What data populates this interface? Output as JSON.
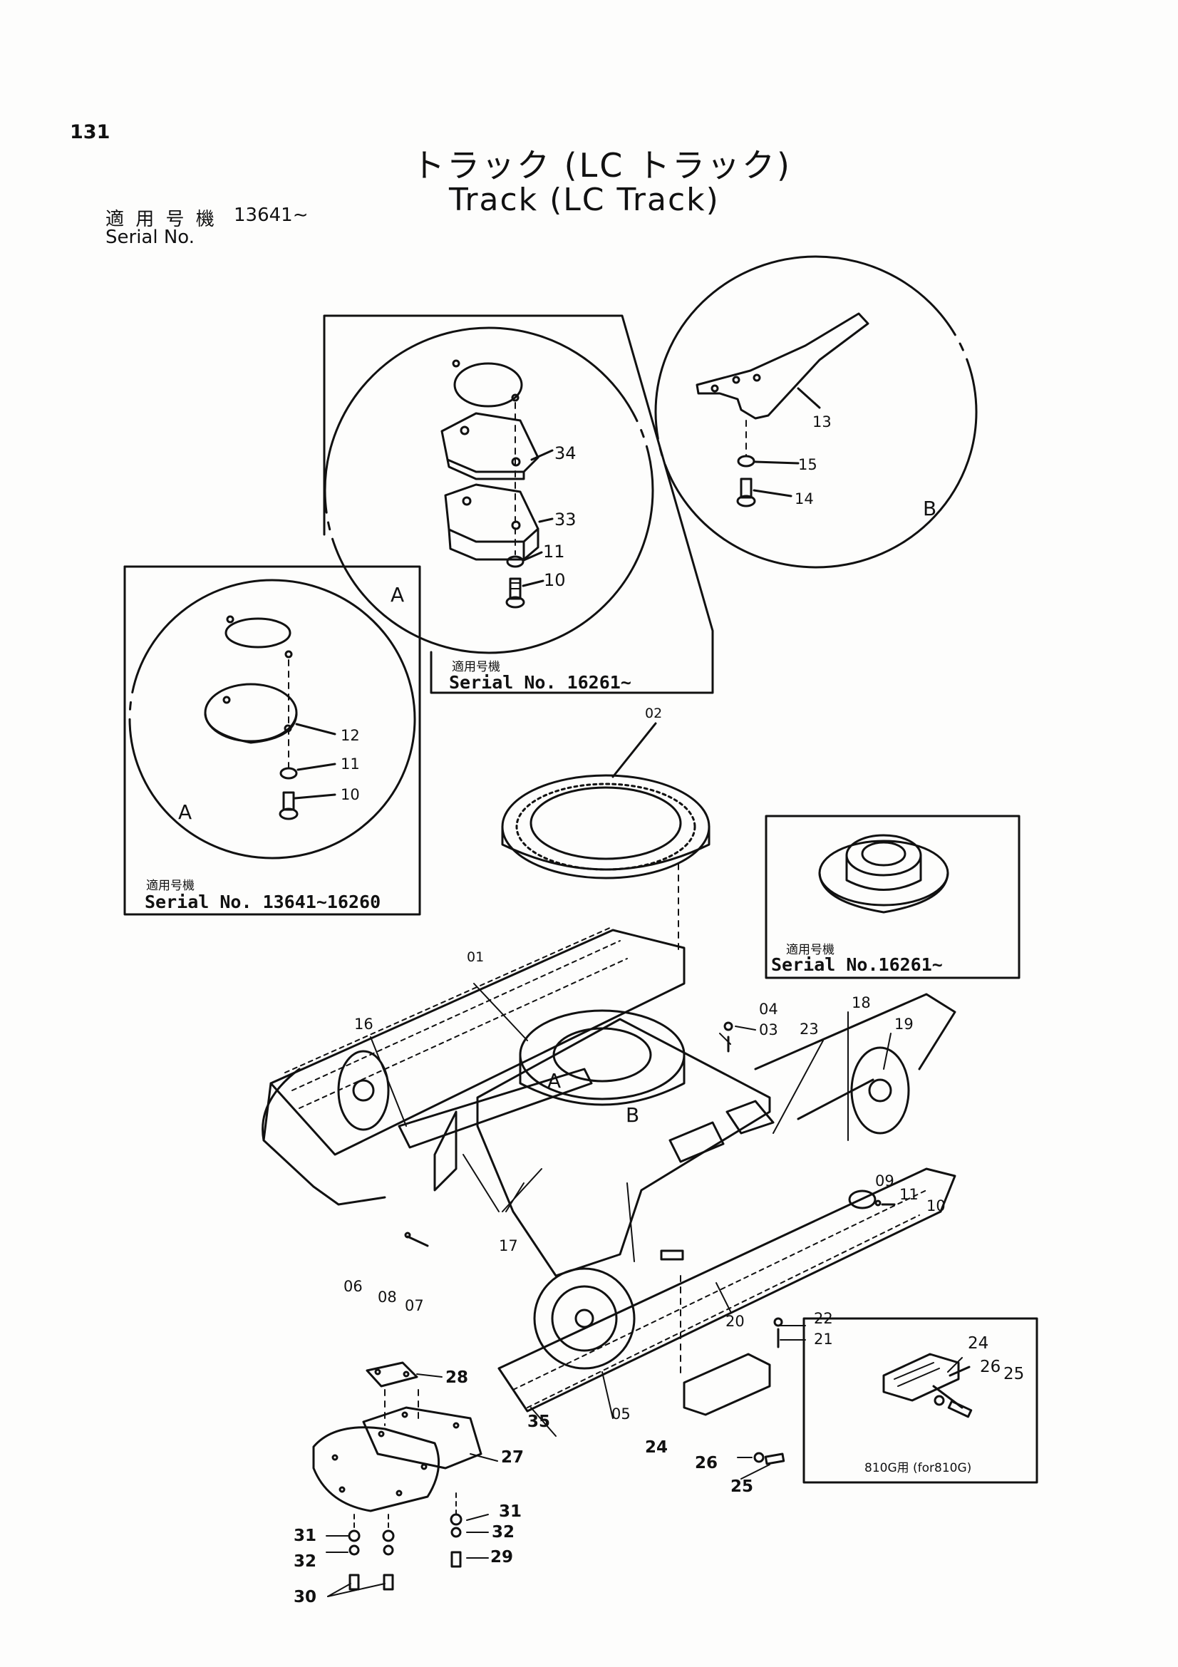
{
  "header": {
    "page_number": "131",
    "title_jp": "トラック (LC トラック)",
    "title_en": "Track (LC Track)",
    "serial_label_jp": "適 用 号 機",
    "serial_value": "13641∼",
    "serial_label_en": "Serial No."
  },
  "insets": {
    "a_new": {
      "label": "A",
      "serial_jp": "適用号機",
      "serial": "Serial No. 16261∼"
    },
    "a_old": {
      "label": "A",
      "serial_jp": "適用号機",
      "serial": "Serial No. 13641∼16260"
    },
    "b": {
      "label": "B"
    },
    "bearing": {
      "serial_jp": "適用号機",
      "serial": "Serial No.16261∼"
    },
    "g810": {
      "caption": "810G用 (for810G)"
    }
  },
  "main_labels": {
    "A": "A",
    "B": "B"
  },
  "parts": {
    "p01": "01",
    "p02": "02",
    "p03": "03",
    "p04": "04",
    "p05": "05",
    "p06": "06",
    "p07": "07",
    "p08": "08",
    "p09": "09",
    "p10a": "10",
    "p10b": "10",
    "p10c": "10",
    "p11a": "11",
    "p11b": "11",
    "p11c": "11",
    "p12": "12",
    "p13": "13",
    "p14": "14",
    "p15": "15",
    "p16": "16",
    "p17": "17",
    "p18": "18",
    "p19": "19",
    "p20": "20",
    "p21": "21",
    "p22": "22",
    "p23": "23",
    "p24a": "24",
    "p24b": "24",
    "p25a": "25",
    "p25b": "25",
    "p26a": "26",
    "p26b": "26",
    "p27": "27",
    "p28": "28",
    "p29": "29",
    "p30": "30",
    "p31a": "31",
    "p31b": "31",
    "p32a": "32",
    "p32b": "32",
    "p33": "33",
    "p34": "34",
    "p35": "35"
  }
}
